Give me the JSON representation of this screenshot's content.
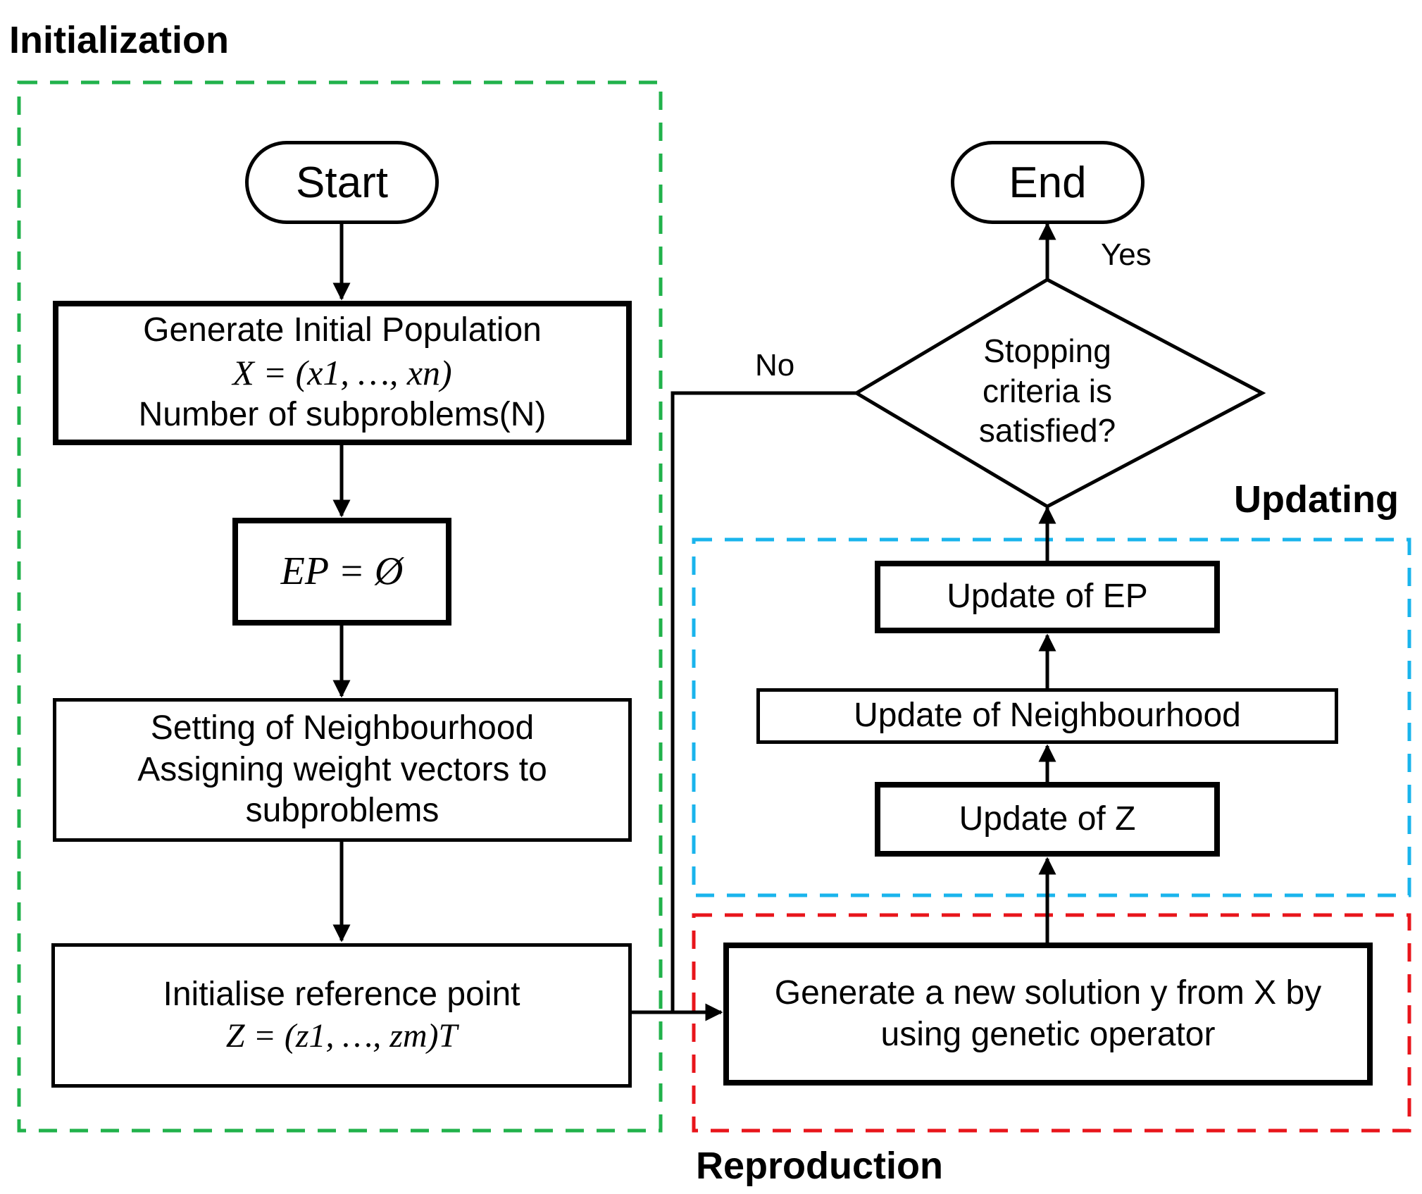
{
  "regions": {
    "initialization": "Initialization",
    "updating": "Updating",
    "reproduction": "Reproduction"
  },
  "colors": {
    "initialization": "#21b24b",
    "updating": "#1ab4ec",
    "reproduction": "#e8151b"
  },
  "nodes": {
    "start": "Start",
    "end": "End",
    "generate_population": {
      "line1": "Generate Initial Population",
      "formula": "X = (x1, …, xn)",
      "line3": "Number of subproblems(N)"
    },
    "ep_init": "EP = Ø",
    "neighbourhood": {
      "line1": "Setting of Neighbourhood",
      "line2": "Assigning weight vectors to",
      "line3": "subproblems"
    },
    "reference_point": {
      "line1": "Initialise reference point",
      "formula": "Z = (z1, …, zm)T"
    },
    "generate_solution": {
      "line1": "Generate a new solution y from X by",
      "line2": "using genetic operator"
    },
    "update_z": "Update of Z",
    "update_neighbourhood": "Update of Neighbourhood",
    "update_ep": "Update of EP",
    "decision": {
      "line1": "Stopping",
      "line2": "criteria is",
      "line3": "satisfied?"
    }
  },
  "edges": {
    "yes": "Yes",
    "no": "No"
  }
}
